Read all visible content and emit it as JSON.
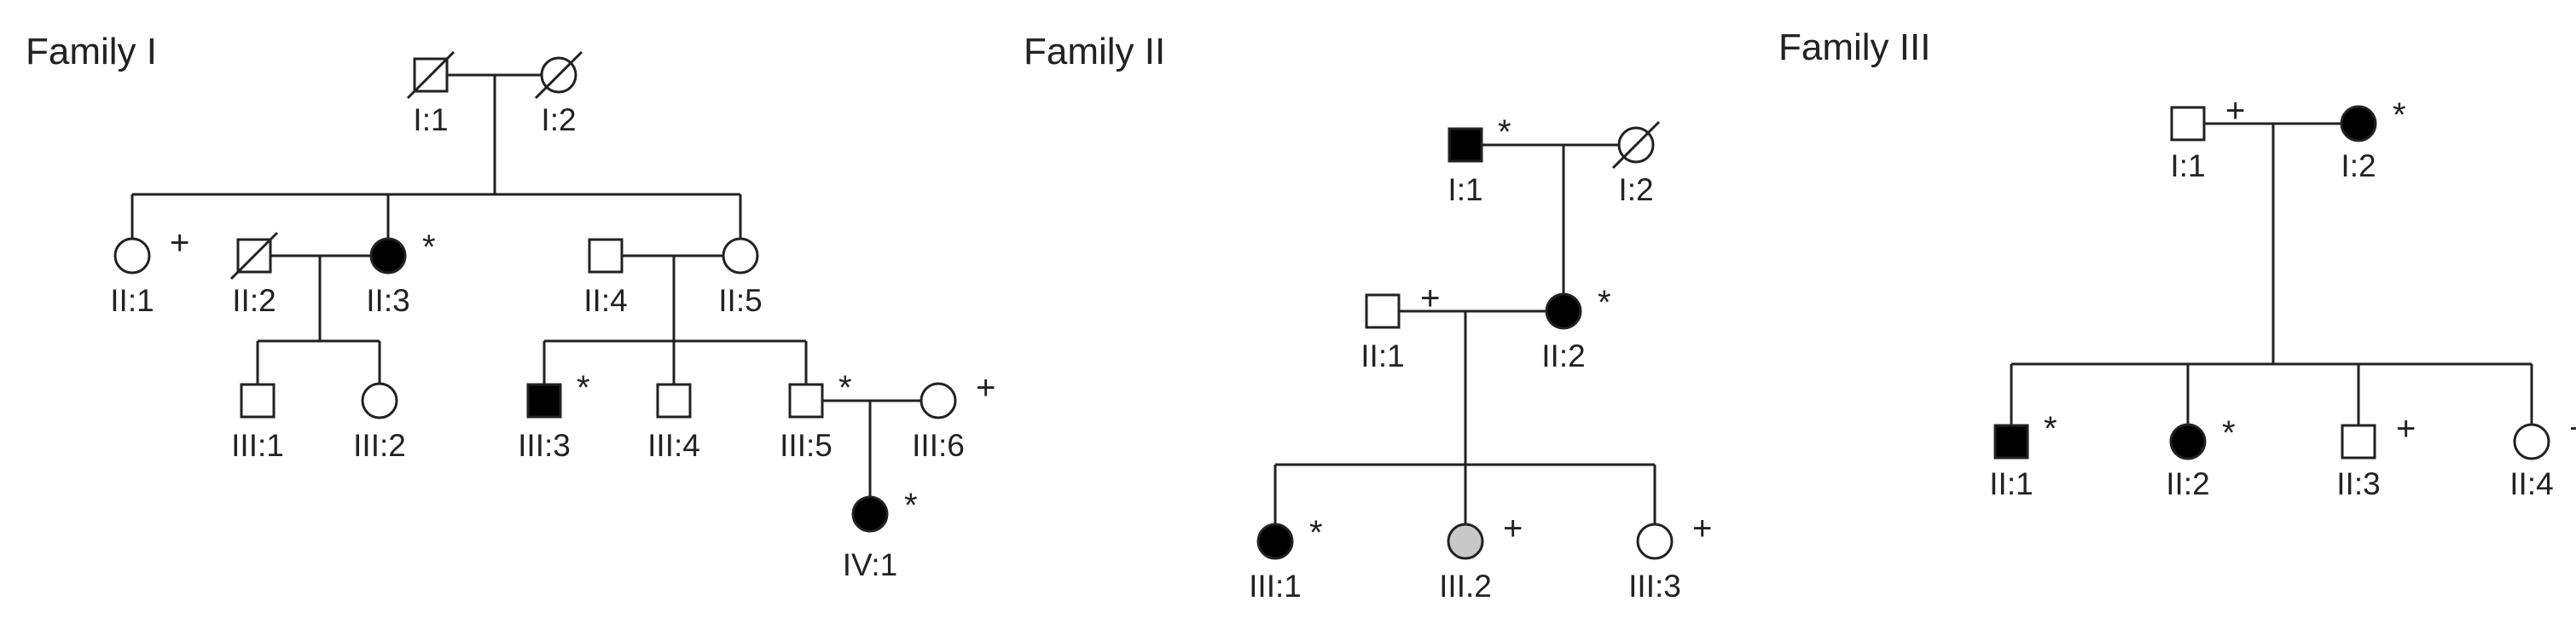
{
  "colors": {
    "line": "#222222",
    "affected": "#000000",
    "unaffected": "#ffffff",
    "gray": "#c8c8c8"
  },
  "families": [
    {
      "title": "Family I",
      "individuals": [
        {
          "id": "I:1",
          "sex": "male",
          "status": "unaffected",
          "deceased": true,
          "mark": ""
        },
        {
          "id": "I:2",
          "sex": "female",
          "status": "unaffected",
          "deceased": true,
          "mark": ""
        },
        {
          "id": "II:1",
          "sex": "female",
          "status": "unaffected",
          "deceased": false,
          "mark": "+"
        },
        {
          "id": "II:2",
          "sex": "male",
          "status": "unaffected",
          "deceased": true,
          "mark": ""
        },
        {
          "id": "II:3",
          "sex": "female",
          "status": "affected",
          "deceased": false,
          "mark": "*"
        },
        {
          "id": "II:4",
          "sex": "male",
          "status": "unaffected",
          "deceased": false,
          "mark": ""
        },
        {
          "id": "II:5",
          "sex": "female",
          "status": "unaffected",
          "deceased": false,
          "mark": ""
        },
        {
          "id": "III:1",
          "sex": "male",
          "status": "unaffected",
          "deceased": false,
          "mark": ""
        },
        {
          "id": "III:2",
          "sex": "female",
          "status": "unaffected",
          "deceased": false,
          "mark": ""
        },
        {
          "id": "III:3",
          "sex": "male",
          "status": "affected",
          "deceased": false,
          "mark": "*"
        },
        {
          "id": "III:4",
          "sex": "male",
          "status": "unaffected",
          "deceased": false,
          "mark": ""
        },
        {
          "id": "III:5",
          "sex": "male",
          "status": "unaffected",
          "deceased": false,
          "mark": "*"
        },
        {
          "id": "III:6",
          "sex": "female",
          "status": "unaffected",
          "deceased": false,
          "mark": "+"
        },
        {
          "id": "IV:1",
          "sex": "female",
          "status": "affected",
          "deceased": false,
          "mark": "*"
        }
      ]
    },
    {
      "title": "Family II",
      "individuals": [
        {
          "id": "I:1",
          "sex": "male",
          "status": "affected",
          "deceased": false,
          "mark": "*"
        },
        {
          "id": "I:2",
          "sex": "female",
          "status": "unaffected",
          "deceased": true,
          "mark": ""
        },
        {
          "id": "II:1",
          "sex": "male",
          "status": "unaffected",
          "deceased": false,
          "mark": "+"
        },
        {
          "id": "II:2",
          "sex": "female",
          "status": "affected",
          "deceased": false,
          "mark": "*"
        },
        {
          "id": "III:1",
          "sex": "female",
          "status": "affected",
          "deceased": false,
          "mark": "*"
        },
        {
          "id": "III.2",
          "sex": "female",
          "status": "gray",
          "deceased": false,
          "mark": "+"
        },
        {
          "id": "III:3",
          "sex": "female",
          "status": "unaffected",
          "deceased": false,
          "mark": "+"
        }
      ]
    },
    {
      "title": "Family III",
      "individuals": [
        {
          "id": "I:1",
          "sex": "male",
          "status": "unaffected",
          "deceased": false,
          "mark": "+"
        },
        {
          "id": "I:2",
          "sex": "female",
          "status": "affected",
          "deceased": false,
          "mark": "*"
        },
        {
          "id": "II:1",
          "sex": "male",
          "status": "affected",
          "deceased": false,
          "mark": "*"
        },
        {
          "id": "II:2",
          "sex": "female",
          "status": "affected",
          "deceased": false,
          "mark": "*"
        },
        {
          "id": "II:3",
          "sex": "male",
          "status": "unaffected",
          "deceased": false,
          "mark": "+"
        },
        {
          "id": "II:4",
          "sex": "female",
          "status": "unaffected",
          "deceased": false,
          "mark": "+"
        }
      ]
    }
  ]
}
